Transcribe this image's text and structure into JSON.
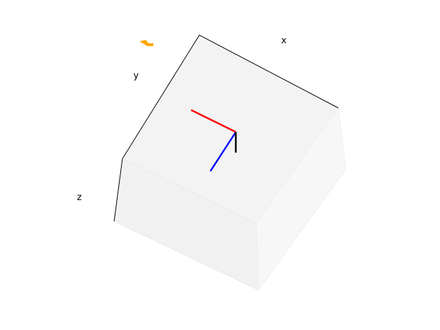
{
  "axes": {
    "x_label": "x",
    "y_label": "y",
    "z_label": "z"
  },
  "colors": {
    "background": "#ffffff",
    "pane_top": "#f3f3f3",
    "pane_left": "#f1f1f1",
    "pane_right": "#f7f7f7",
    "box_edge": "#000000",
    "x_arrow": "#ff0000",
    "y_arrow": "#000000",
    "z_arrow": "#0000ff",
    "marker": "#ffa500"
  },
  "icons": {
    "marker": "orange-marker-icon"
  }
}
